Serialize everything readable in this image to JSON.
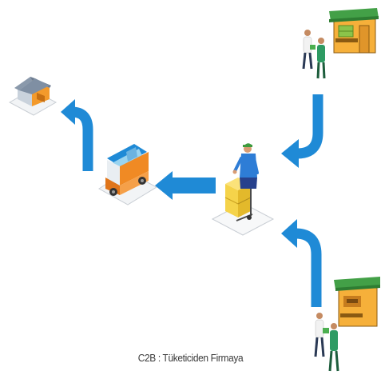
{
  "caption": "C2B : Tüketiciden Firmaya",
  "colors": {
    "arrow": "#1f8ad6",
    "arrow_dark": "#156fb3",
    "shop_wall": "#f6b03a",
    "shop_roof": "#43a047",
    "van_body": "#f08a24",
    "van_cab": "#9ad4f0",
    "warehouse_roof": "#7f8fa3",
    "warehouse_wall": "#f39a2b",
    "box": "#f5d34a",
    "worker_shirt": "#2e7dd6",
    "worker_cap": "#3e9b3e"
  },
  "nodes": [
    {
      "name": "warehouse",
      "icon": "warehouse-icon"
    },
    {
      "name": "delivery-van",
      "icon": "van-icon"
    },
    {
      "name": "worker-with-boxes",
      "icon": "worker-icon"
    },
    {
      "name": "consumer-shop-top",
      "icon": "shop-icon"
    },
    {
      "name": "consumer-shop-bottom",
      "icon": "shop-icon"
    }
  ]
}
